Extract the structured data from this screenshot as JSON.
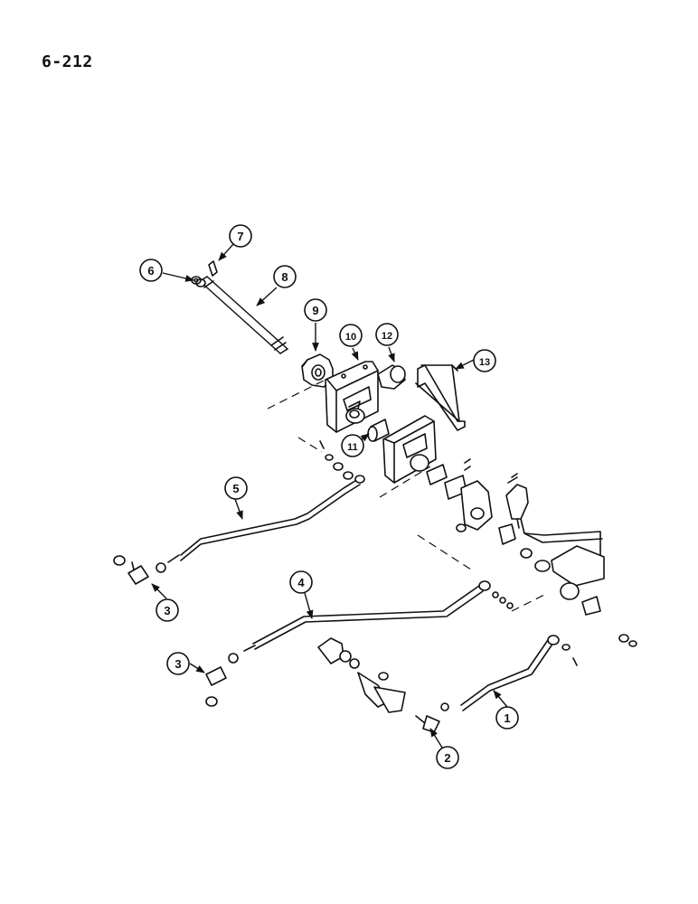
{
  "page": {
    "number": "6-212"
  },
  "callouts": [
    {
      "id": "c1",
      "label": "1"
    },
    {
      "id": "c2",
      "label": "2"
    },
    {
      "id": "c3a",
      "label": "3"
    },
    {
      "id": "c3b",
      "label": "3"
    },
    {
      "id": "c4",
      "label": "4"
    },
    {
      "id": "c5",
      "label": "5"
    },
    {
      "id": "c6",
      "label": "6"
    },
    {
      "id": "c7",
      "label": "7"
    },
    {
      "id": "c8",
      "label": "8"
    },
    {
      "id": "c9",
      "label": "9"
    },
    {
      "id": "c10",
      "label": "10"
    },
    {
      "id": "c11",
      "label": "11"
    },
    {
      "id": "c12",
      "label": "12"
    },
    {
      "id": "c13",
      "label": "13"
    }
  ],
  "colors": {
    "ink": "#111111",
    "paper": "#ffffff"
  }
}
